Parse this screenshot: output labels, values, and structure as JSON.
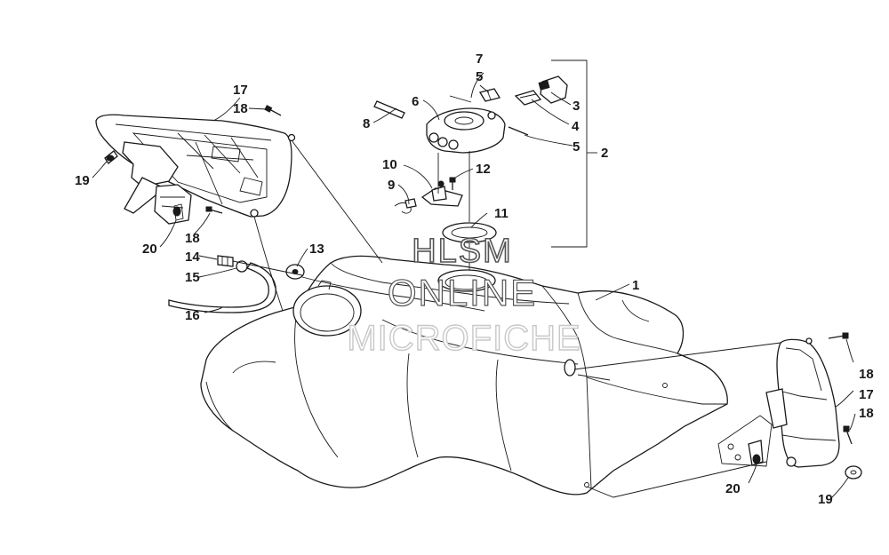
{
  "watermark": {
    "line1": "HLSM",
    "line2": "ONLINE",
    "line3": "MICROFICHE"
  },
  "callouts": [
    {
      "id": "c1",
      "label": "1"
    },
    {
      "id": "c2",
      "label": "2"
    },
    {
      "id": "c3",
      "label": "3"
    },
    {
      "id": "c4",
      "label": "4"
    },
    {
      "id": "c5a",
      "label": "5"
    },
    {
      "id": "c5b",
      "label": "5"
    },
    {
      "id": "c6",
      "label": "6"
    },
    {
      "id": "c7",
      "label": "7"
    },
    {
      "id": "c8",
      "label": "8"
    },
    {
      "id": "c9",
      "label": "9"
    },
    {
      "id": "c10",
      "label": "10"
    },
    {
      "id": "c11",
      "label": "11"
    },
    {
      "id": "c12",
      "label": "12"
    },
    {
      "id": "c13",
      "label": "13"
    },
    {
      "id": "c14",
      "label": "14"
    },
    {
      "id": "c15",
      "label": "15"
    },
    {
      "id": "c16",
      "label": "16"
    },
    {
      "id": "c17a",
      "label": "17"
    },
    {
      "id": "c18a",
      "label": "18"
    },
    {
      "id": "c19a",
      "label": "19"
    },
    {
      "id": "c20a",
      "label": "20"
    },
    {
      "id": "c18b",
      "label": "18"
    },
    {
      "id": "c17b",
      "label": "17"
    },
    {
      "id": "c18c",
      "label": "18"
    },
    {
      "id": "c18d",
      "label": "18"
    },
    {
      "id": "c20b",
      "label": "20"
    },
    {
      "id": "c19b",
      "label": "19"
    }
  ]
}
